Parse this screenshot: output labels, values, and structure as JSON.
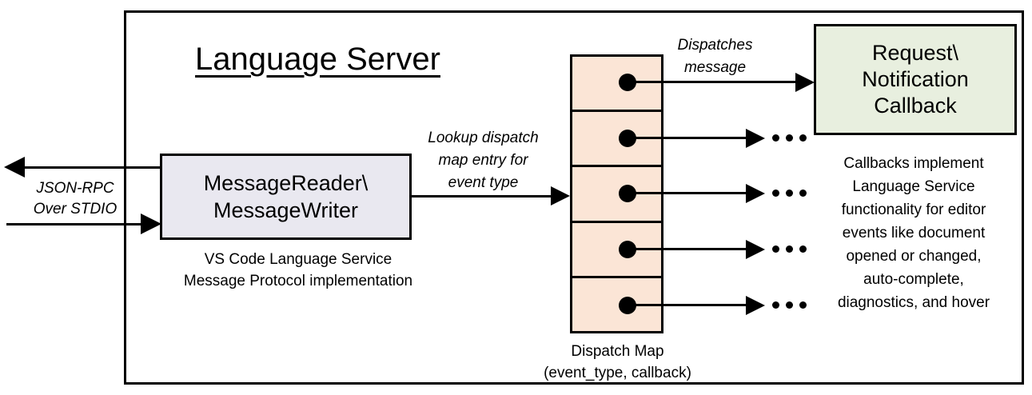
{
  "diagram": {
    "title": "Language Server"
  },
  "io": {
    "label": "JSON-RPC\nOver STDIO"
  },
  "reader": {
    "label": "MessageReader\\\nMessageWriter",
    "caption": "VS Code Language Service\nMessage Protocol implementation"
  },
  "lookup": {
    "label": "Lookup dispatch\nmap entry for\nevent type"
  },
  "dispatch_map": {
    "caption": "Dispatch Map\n(event_type, callback)",
    "row_count": "5"
  },
  "dispatches": {
    "label": "Dispatches\nmessage"
  },
  "callback_box": {
    "label": "Request\\\nNotification\nCallback"
  },
  "callbacks_note": "Callbacks implement\nLanguage Service\nfunctionality for editor\nevents like document\nopened or changed,\nauto-complete,\ndiagnostics, and hover",
  "ellipsis": "…",
  "colors": {
    "peach": "#FBE5D6",
    "lavender": "#E9E8F0",
    "green": "#E8EFDF",
    "ink": "#000000"
  }
}
